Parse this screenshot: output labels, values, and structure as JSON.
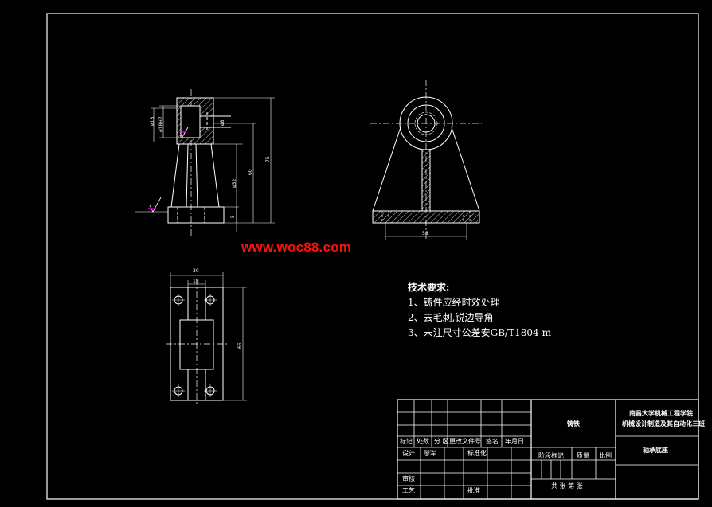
{
  "watermark": "www.woc88.com",
  "colors": {
    "background": "#000000",
    "border": "#ffffff",
    "part": "#ffffff",
    "dimension": "#ffffff",
    "watermark": "#ff1010",
    "mark": "#ff00ff"
  },
  "dimensions": {
    "front_d1": "ø13",
    "front_d2": "ø18H7",
    "front_d3": "ø8",
    "front_h1": "ø32",
    "front_h2": "60",
    "front_h3": "75",
    "front_h4": "5",
    "side_width": "58",
    "top_w1": "30",
    "top_w2": "18",
    "top_h": "65"
  },
  "notes": {
    "heading": "技术要求:",
    "items": [
      "1、铸件应经时效处理",
      "2、去毛刺,锐边导角",
      "3、未注尺寸公差安GB/T1804-m"
    ]
  },
  "title_block": {
    "material": "铸铁",
    "school_line1": "南昌大学机械工程学院",
    "school_line2": "机械设计制造及其自动化三班",
    "part_name": "轴承底座",
    "row_labels": [
      "标记",
      "处数",
      "分 区",
      "更改文件号",
      "签名",
      "年月日"
    ],
    "design_label": "设计",
    "design_name": "廖军",
    "standard_label": "标准化",
    "review_label": "审核",
    "process_label": "工艺",
    "approve_label": "批准",
    "stage_label": "阶段标记",
    "weight_label": "质量",
    "scale_label": "比例",
    "sheet_label": "共 张 第 张"
  }
}
